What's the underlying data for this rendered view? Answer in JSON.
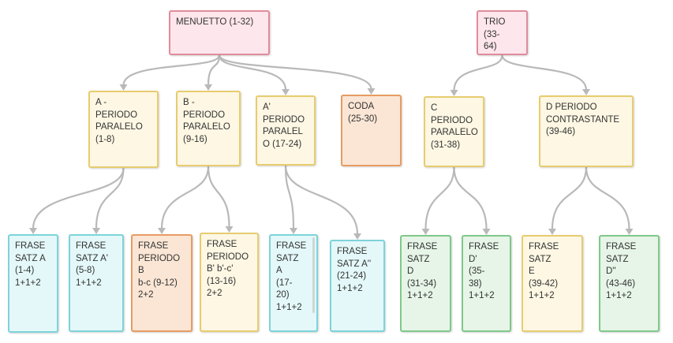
{
  "nodes": [
    {
      "id": "menuetto",
      "text": "MENUETTO (1-32)",
      "color": "pink"
    },
    {
      "id": "trio",
      "text": "TRIO (33-\n64)",
      "color": "pink"
    },
    {
      "id": "a",
      "text": "A -\nPERIODO\nPARALELO\n(1-8)",
      "color": "yellow"
    },
    {
      "id": "b",
      "text": "B -\nPERIODO\nPARALELO\n(9-16)",
      "color": "yellow"
    },
    {
      "id": "a1",
      "text": "A'\nPERIODO\nPARALEL\nO (17-24)",
      "color": "yellow"
    },
    {
      "id": "coda",
      "text": "CODA\n(25-30)",
      "color": "orange"
    },
    {
      "id": "c",
      "text": "C\nPERIODO\nPARALELO\n(31-38)",
      "color": "yellow"
    },
    {
      "id": "d",
      "text": "D PERIODO\nCONTRASTANTE\n(39-46)",
      "color": "yellow"
    },
    {
      "id": "fa",
      "text": "FRASE\nSATZ A\n(1-4)\n1+1+2",
      "color": "cyan"
    },
    {
      "id": "fa1",
      "text": "FRASE\nSATZ A'\n(5-8)\n1+1+2",
      "color": "cyan"
    },
    {
      "id": "fb",
      "text": "FRASE\nPERIODO\nB\nb-c (9-12)\n2+2",
      "color": "orange"
    },
    {
      "id": "fb1",
      "text": "FRASE\nPERIODO\nB' b'-c'\n(13-16)\n2+2",
      "color": "yellow"
    },
    {
      "id": "fa2",
      "text": "FRASE\nSATZ\nA\n(17-\n20)\n1+1+2",
      "color": "cyan"
    },
    {
      "id": "fa3",
      "text": "FRASE\nSATZ A''\n(21-24)\n1+1+2",
      "color": "cyan"
    },
    {
      "id": "fd",
      "text": "FRASE\nSATZ\nD\n(31-34)\n1+1+2",
      "color": "green"
    },
    {
      "id": "fd1",
      "text": "FRASE\nD'\n(35-\n38)\n1+1+2",
      "color": "green"
    },
    {
      "id": "fe",
      "text": "FRASE\nSATZ\nE\n(39-42)\n1+1+2",
      "color": "yellow"
    },
    {
      "id": "fd2",
      "text": "FRASE\nSATZ\nD''\n(43-46)\n1+1+2",
      "color": "green"
    }
  ],
  "edges": [
    [
      "menuetto",
      "a"
    ],
    [
      "menuetto",
      "b"
    ],
    [
      "menuetto",
      "a1"
    ],
    [
      "menuetto",
      "coda"
    ],
    [
      "trio",
      "c"
    ],
    [
      "trio",
      "d"
    ],
    [
      "a",
      "fa"
    ],
    [
      "a",
      "fa1"
    ],
    [
      "b",
      "fb"
    ],
    [
      "b",
      "fb1"
    ],
    [
      "a1",
      "fa2"
    ],
    [
      "a1",
      "fa3"
    ],
    [
      "c",
      "fd"
    ],
    [
      "c",
      "fd1"
    ],
    [
      "d",
      "fe"
    ],
    [
      "d",
      "fd2"
    ]
  ],
  "edge_color": "#b9b9b9"
}
